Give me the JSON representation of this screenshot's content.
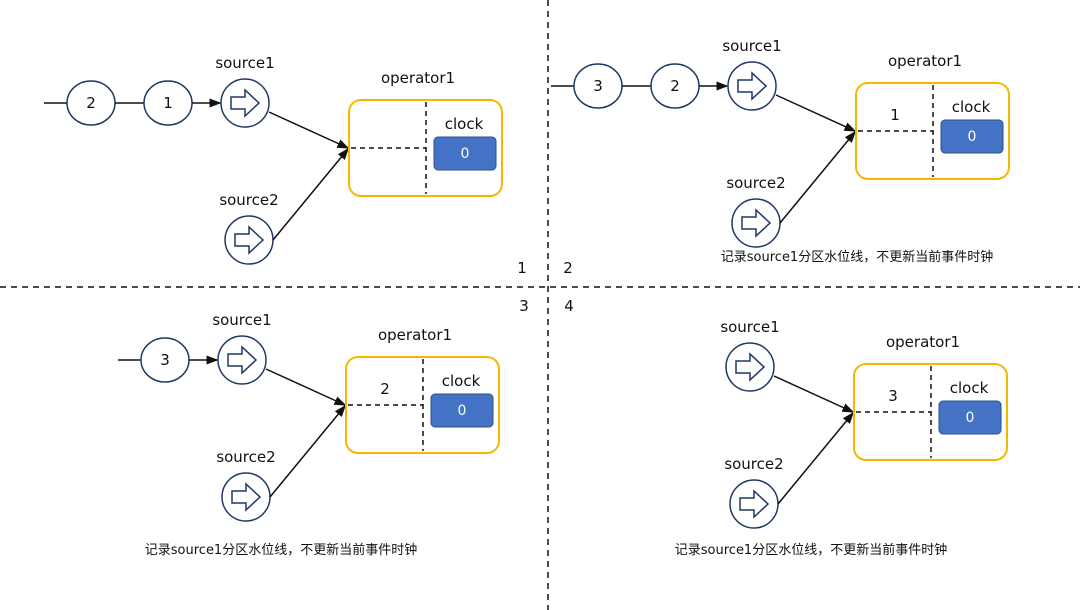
{
  "colors": {
    "node_stroke": "#1F3864",
    "operator_border": "#F5B800",
    "clock_fill": "#4472C4",
    "line": "#111111"
  },
  "quadrant_labels": [
    "1",
    "2",
    "3",
    "4"
  ],
  "quadrants": [
    {
      "id": "1",
      "events": [
        "2",
        "1"
      ],
      "source1_label": "source1",
      "source2_label": "source2",
      "operator_label": "operator1",
      "watermark_value": "",
      "clock_label": "clock",
      "clock_value": "0",
      "caption": ""
    },
    {
      "id": "2",
      "events": [
        "3",
        "2"
      ],
      "source1_label": "source1",
      "source2_label": "source2",
      "operator_label": "operator1",
      "watermark_value": "1",
      "clock_label": "clock",
      "clock_value": "0",
      "caption": "记录source1分区水位线，不更新当前事件时钟"
    },
    {
      "id": "3",
      "events": [
        "3"
      ],
      "source1_label": "source1",
      "source2_label": "source2",
      "operator_label": "operator1",
      "watermark_value": "2",
      "clock_label": "clock",
      "clock_value": "0",
      "caption": "记录source1分区水位线，不更新当前事件时钟"
    },
    {
      "id": "4",
      "events": [],
      "source1_label": "source1",
      "source2_label": "source2",
      "operator_label": "operator1",
      "watermark_value": "3",
      "clock_label": "clock",
      "clock_value": "0",
      "caption": "记录source1分区水位线，不更新当前事件时钟"
    }
  ]
}
